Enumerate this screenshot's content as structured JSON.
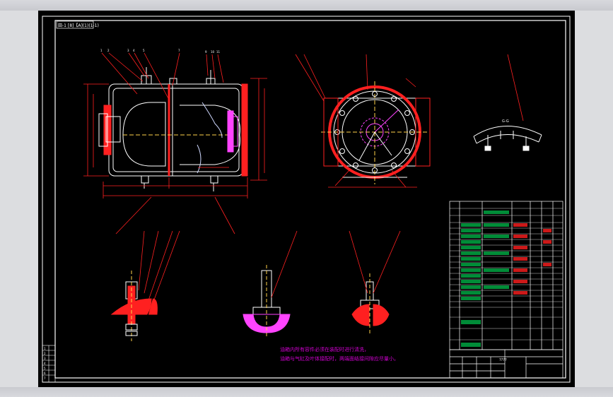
{
  "drawing": {
    "title_tag": "田-1 [8]【A](1)(1-1)",
    "notes": [
      "油箱内所有容件必须在装配时进行清洗，",
      "油箱与气缸及叶体接配时，两端面结接间隙应尽量小。"
    ],
    "section_label": "G-G",
    "bom_rows": [
      "",
      "",
      "",
      "",
      "",
      "",
      "",
      "",
      "",
      "",
      "",
      "",
      "",
      "",
      "",
      "",
      "",
      "",
      "",
      "",
      ""
    ],
    "title_block_code": "????",
    "sheet_marks": [
      "1",
      "2",
      "3",
      "4",
      "5",
      "6",
      "7"
    ]
  },
  "colors": {
    "outline": "#ffffff",
    "dimension": "#ff2020",
    "hatch": "#ff44ff",
    "centerline": "#ffd24a",
    "text": "#ffffff",
    "note_text": "#d000d0",
    "part": "#00ff66",
    "background": "#000000"
  }
}
